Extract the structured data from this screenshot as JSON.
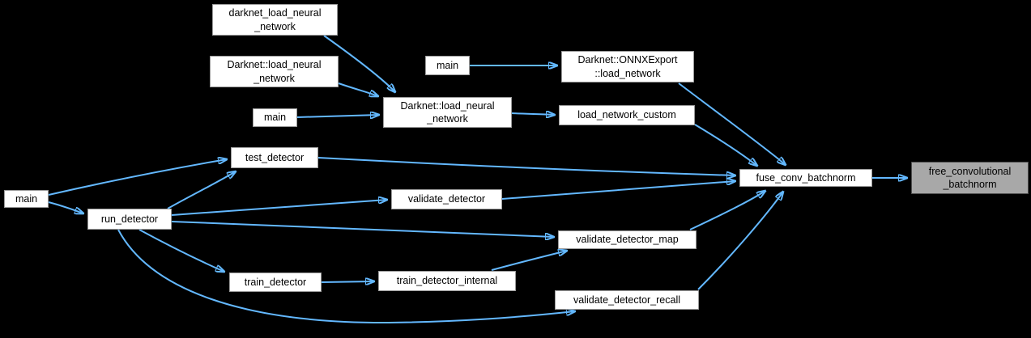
{
  "diagram": {
    "type": "call-graph",
    "colors": {
      "background": "#000000",
      "edge": "#63B8FF",
      "node_fill": "#ffffff",
      "node_border": "#9b9b9b",
      "node_text": "#000000",
      "highlight_fill": "#a8a8a8",
      "highlight_border": "#4e4e4e"
    },
    "nodes": {
      "n_darknet_load": {
        "label": "darknet_load_neural\n_network"
      },
      "n_dn_load_a": {
        "label": "Darknet::load_neural\n_network"
      },
      "n_main_a": {
        "label": "main"
      },
      "n_main_b": {
        "label": "main"
      },
      "n_dn_load_b": {
        "label": "Darknet::load_neural\n_network"
      },
      "n_onnx": {
        "label": "Darknet::ONNXExport\n::load_network"
      },
      "n_lnc": {
        "label": "load_network_custom"
      },
      "n_test": {
        "label": "test_detector"
      },
      "n_main_c": {
        "label": "main"
      },
      "n_run": {
        "label": "run_detector"
      },
      "n_vd": {
        "label": "validate_detector"
      },
      "n_vdm": {
        "label": "validate_detector_map"
      },
      "n_td": {
        "label": "train_detector"
      },
      "n_tdi": {
        "label": "train_detector_internal"
      },
      "n_vdr": {
        "label": "validate_detector_recall"
      },
      "n_fuse": {
        "label": "fuse_conv_batchnorm"
      },
      "n_free": {
        "label": "free_convolutional\n_batchnorm"
      }
    },
    "edges": [
      "darknet_load_neural_network -> Darknet::load_neural_network",
      "Darknet::load_neural_network(a) -> Darknet::load_neural_network(b)",
      "main(a) -> Darknet::load_neural_network(b)",
      "main(b) -> Darknet::ONNXExport::load_network",
      "Darknet::load_neural_network(b) -> load_network_custom",
      "Darknet::ONNXExport::load_network -> fuse_conv_batchnorm",
      "load_network_custom -> fuse_conv_batchnorm",
      "test_detector -> fuse_conv_batchnorm",
      "validate_detector -> fuse_conv_batchnorm",
      "validate_detector_map -> fuse_conv_batchnorm",
      "validate_detector_recall -> fuse_conv_batchnorm",
      "fuse_conv_batchnorm -> free_convolutional_batchnorm",
      "main(c) -> test_detector",
      "main(c) -> run_detector",
      "run_detector -> test_detector",
      "run_detector -> validate_detector",
      "run_detector -> validate_detector_map",
      "run_detector -> train_detector",
      "run_detector -> validate_detector_recall",
      "train_detector -> train_detector_internal",
      "train_detector_internal -> validate_detector_map"
    ]
  }
}
